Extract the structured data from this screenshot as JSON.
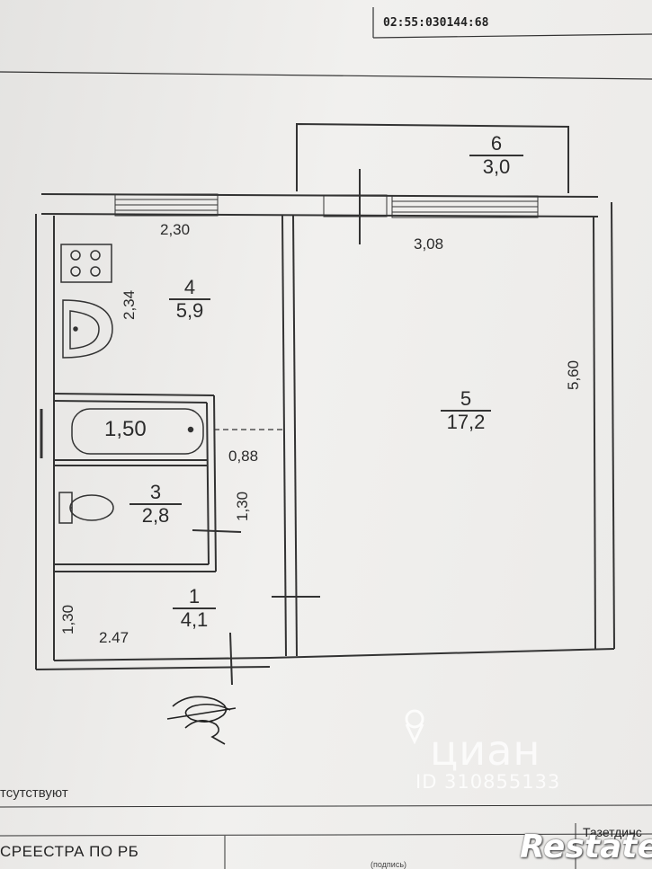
{
  "document": {
    "cadastral_number": "02:55:030144:68",
    "footer_note": "тсутствуют",
    "footer_registry": "СРЕЕСТРА ПО РБ",
    "footer_name": "Тазетдинс",
    "footer_sign_caption": "(подпись)"
  },
  "rooms": [
    {
      "number": "1",
      "area": "4,1"
    },
    {
      "number": "3",
      "area": "2,8"
    },
    {
      "number": "4",
      "area": "5,9"
    },
    {
      "number": "5",
      "area": "17,2"
    },
    {
      "number": "6",
      "area": "3,0"
    }
  ],
  "dimensions": {
    "kitchen_top": "2,30",
    "kitchen_side": "2,34",
    "bath_tub": "1,50",
    "corridor_width": "0,88",
    "toilet_side": "1,30",
    "hall_side": "1,30",
    "hall_length": "2.47",
    "living_top": "3,08",
    "living_side": "5,60"
  },
  "watermark": {
    "name": "циан",
    "id": "ID 310855133",
    "brand": "Restate"
  }
}
